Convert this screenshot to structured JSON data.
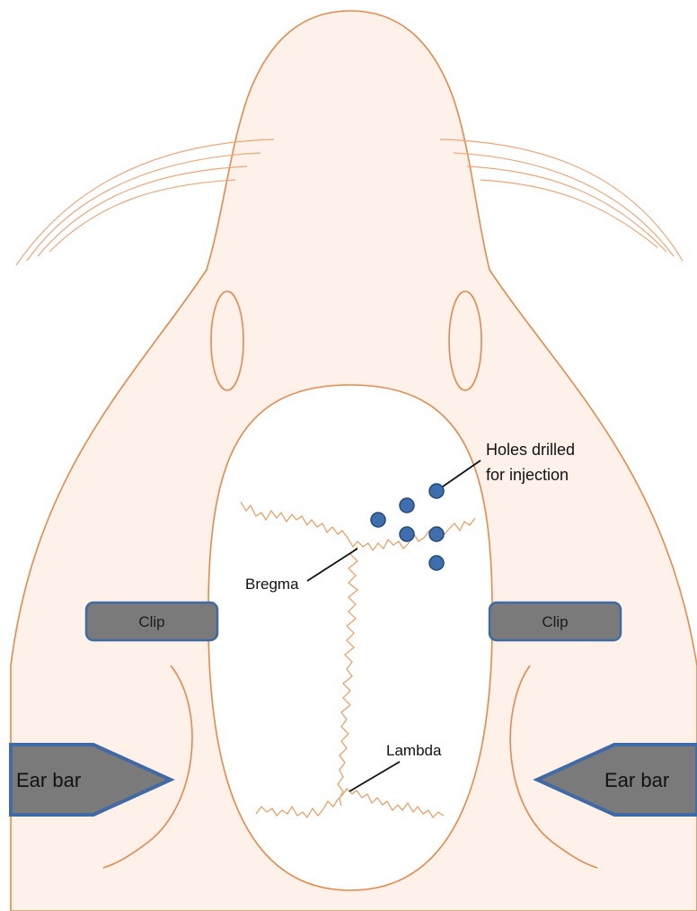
{
  "labels": {
    "holes_line1": "Holes drilled",
    "holes_line2": "for injection",
    "bregma": "Bregma",
    "lambda": "Lambda",
    "clip_left": "Clip",
    "clip_right": "Clip",
    "ear_bar_left": "Ear bar",
    "ear_bar_right": "Ear bar"
  },
  "colors": {
    "skin": "#fdf1ea",
    "outline": "#e8894a",
    "skull": "#ffffff",
    "hole": "#3f6fae",
    "clip": "#7a7a7a",
    "clip_border": "#3f6aa6"
  },
  "holes": {
    "count": 6
  }
}
